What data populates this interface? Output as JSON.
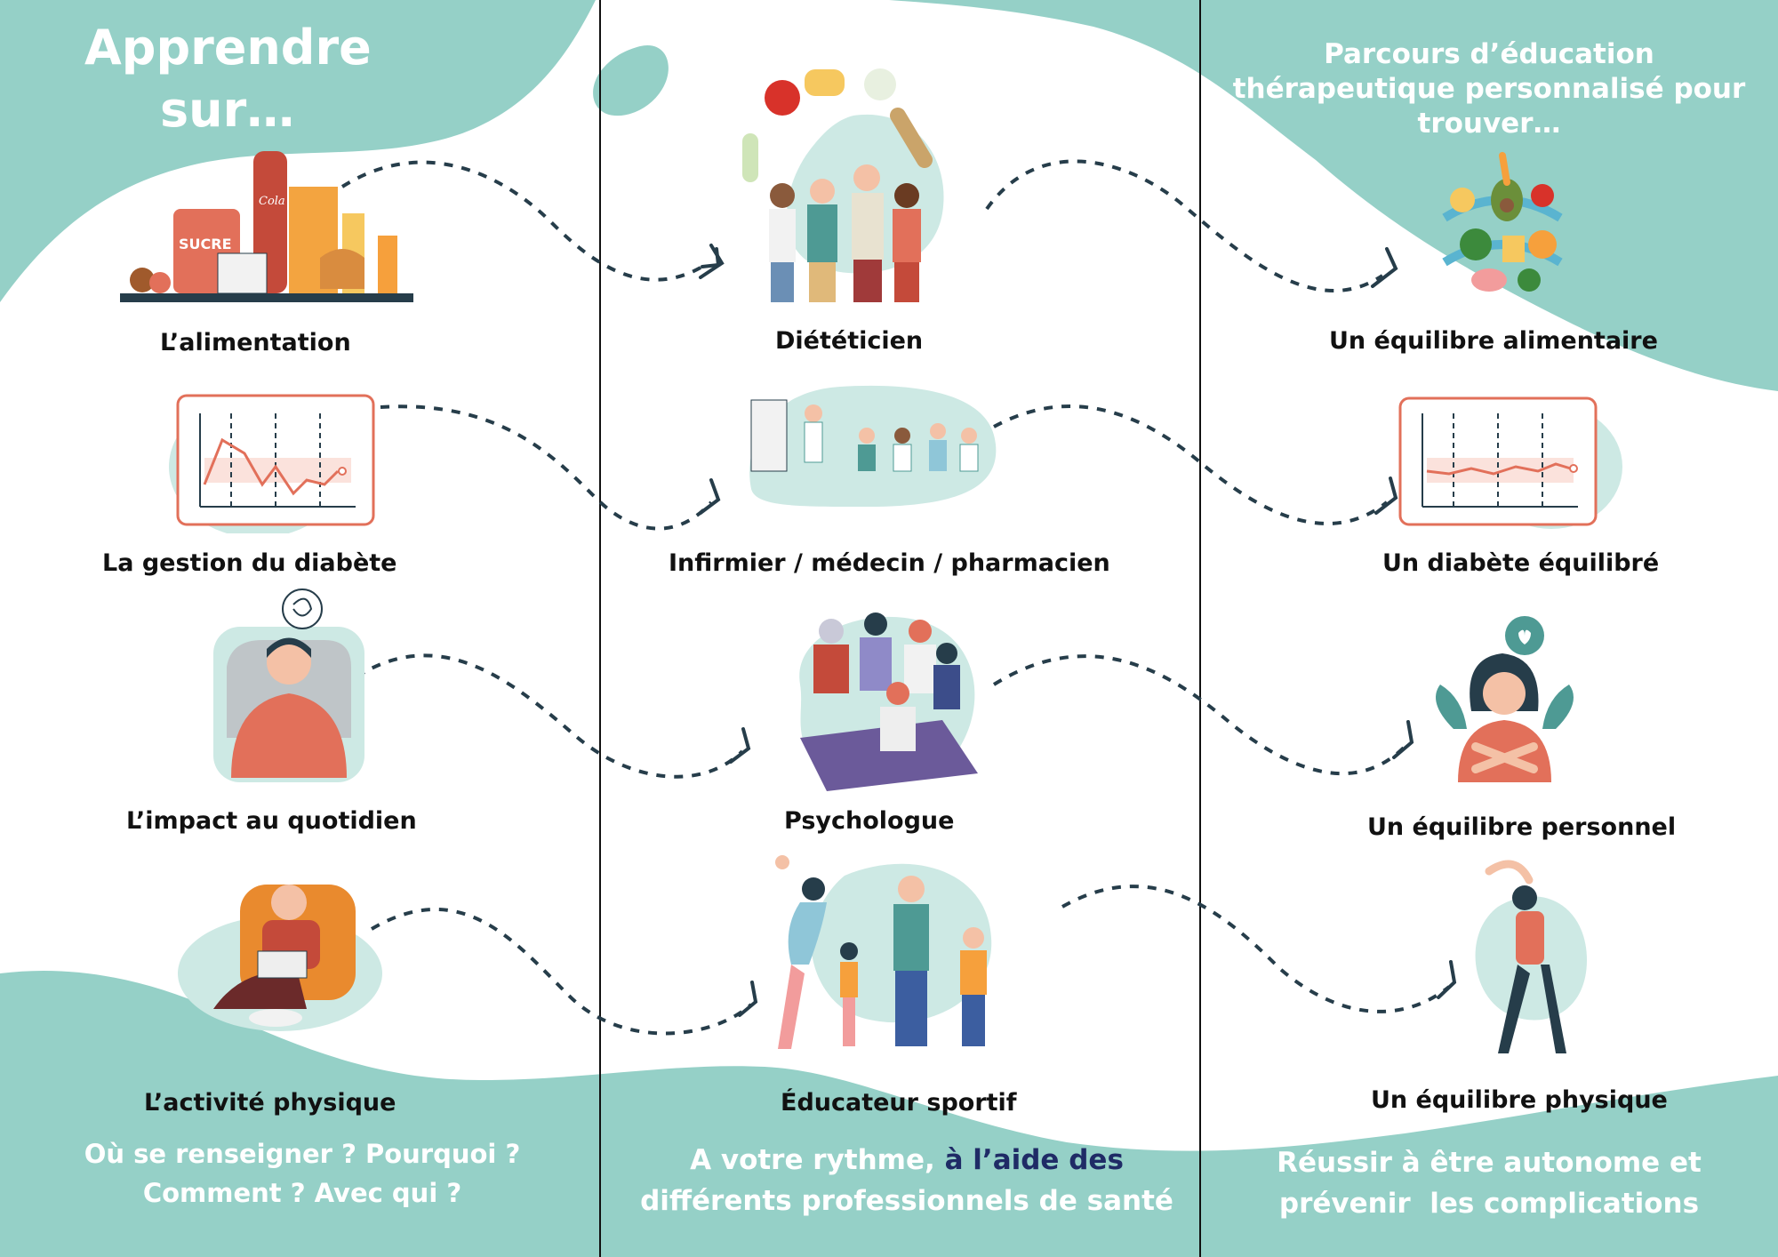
{
  "left": {
    "title_line1": "Apprendre",
    "title_line2": "sur…",
    "topics": [
      "L’alimentation",
      "La gestion du diabète",
      "L’impact au quotidien",
      "L’activité physique"
    ],
    "footer_line1": "Où se renseigner ? Pourquoi ?",
    "footer_line2": "Comment ? Avec qui ?"
  },
  "middle": {
    "roles": [
      "Diététicien",
      "Infirmier / médecin / pharmacien",
      "Psychologue",
      "Éducateur sportif"
    ],
    "footer_part1": "A votre rythme, ",
    "footer_highlight": "à l’aide des",
    "footer_line2": "différents professionnels de santé"
  },
  "right": {
    "header_line1": "Parcours d’éducation",
    "header_line2": "thérapeutique personnalisé pour",
    "header_line3": "trouver…",
    "goals": [
      "Un équilibre alimentaire",
      "Un diabète équilibré",
      "Un équilibre personnel",
      "Un équilibre physique"
    ],
    "footer_line1": "Réussir à être autonome et",
    "footer_line2": "prévenir  les complications"
  },
  "illustration_texts": {
    "sugar_jar": "SUCRE",
    "cola": "Cola"
  },
  "colors": {
    "teal": "#95d0c7",
    "light_teal": "#cde9e4",
    "dark": "#263d4a",
    "coral": "#e2705a",
    "highlight": "#1f2b66"
  }
}
